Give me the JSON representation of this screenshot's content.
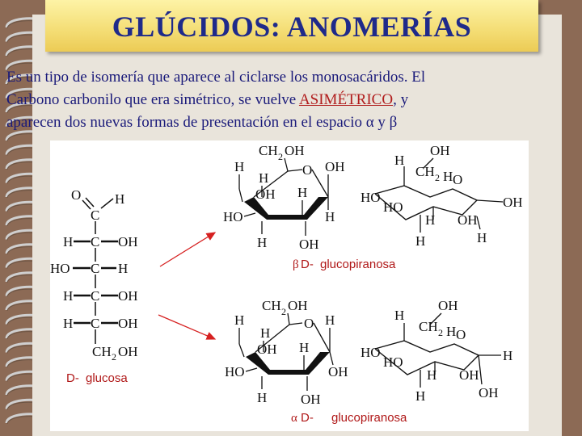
{
  "title": "GLÚCIDOS: ANOMERÍAS",
  "intro": {
    "line1": "Es un tipo de isomería que aparece al ciclarse los monosacáridos. El",
    "line2_pre": "Carbono carbonilo que era simétrico, se vuelve ",
    "line2_hl": "ASIMÉTRICO",
    "line2_post": ", y",
    "line3": "aparecen dos nuevas formas de presentación en el espacio α y β"
  },
  "labels": {
    "H": "H",
    "OH": "OH",
    "HO": "HO",
    "O": "O",
    "C": "C",
    "CH": "CH",
    "sub2": "2",
    "dash": "-"
  },
  "captions": {
    "glucosa": "glucosa",
    "D": "D-",
    "beta_sym": "β",
    "alpha_sym": "α",
    "gluco": "glucopiranosa"
  },
  "colors": {
    "title": "#1f2a8a",
    "text": "#1a1a7a",
    "highlight": "#b11d1d",
    "caption": "#b01818",
    "arrow": "#d62020"
  }
}
